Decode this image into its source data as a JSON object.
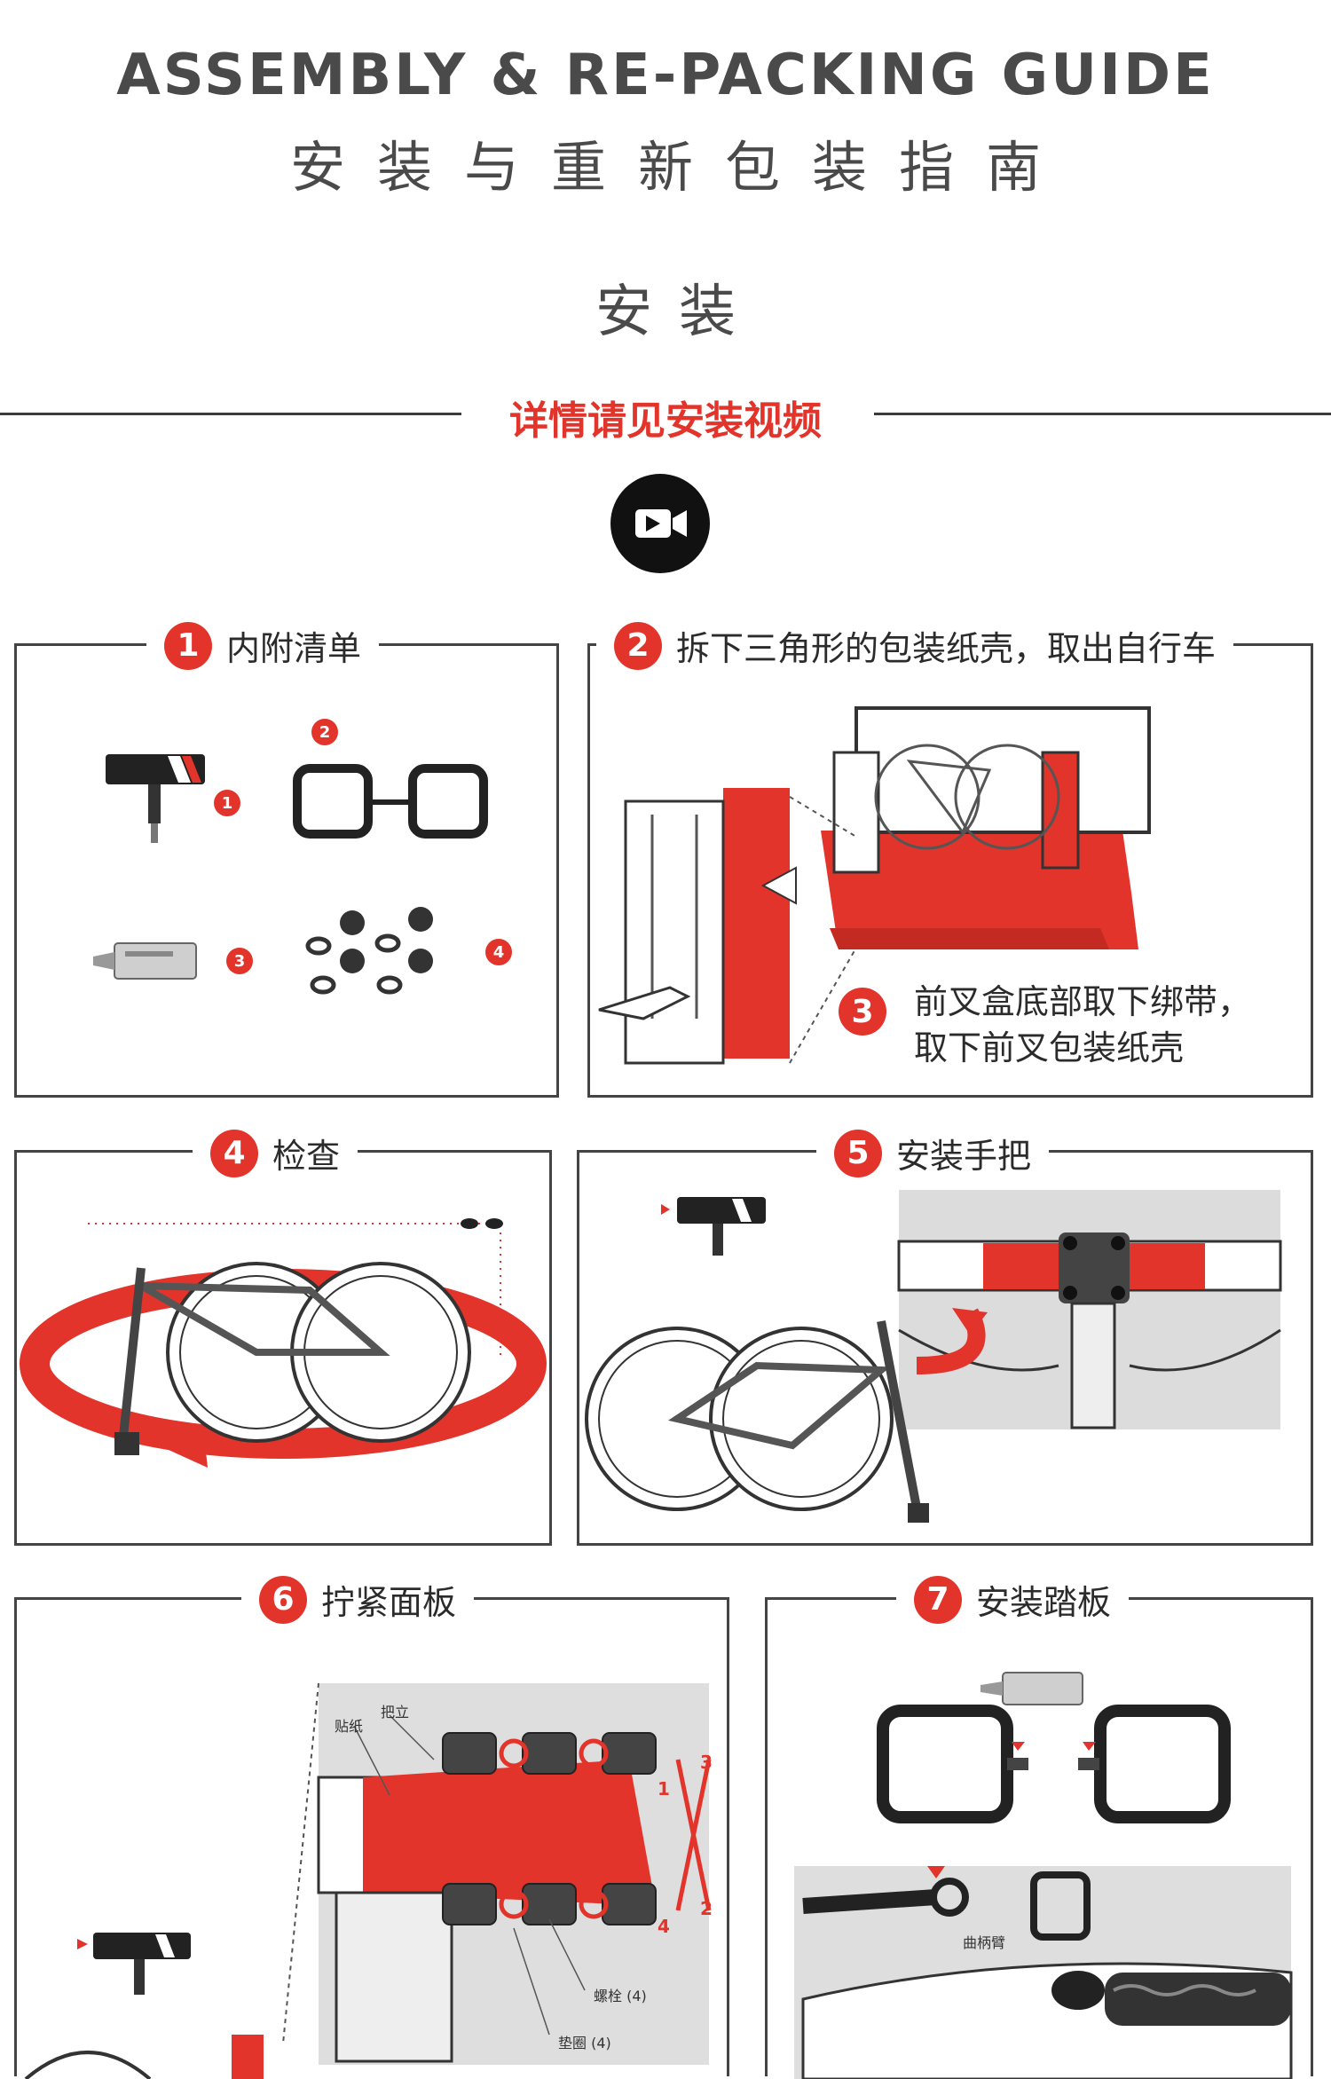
{
  "header": {
    "title_en": "ASSEMBLY & RE-PACKING GUIDE",
    "title_cn": "安装与重新包装指南",
    "section": "安装",
    "video_link": "详情请见安装视频"
  },
  "steps": [
    {
      "num": "1",
      "title": "内附清单"
    },
    {
      "num": "2",
      "title": "拆下三角形的包装纸壳，取出自行车"
    },
    {
      "num": "4",
      "title": "检查"
    },
    {
      "num": "5",
      "title": "安装手把"
    },
    {
      "num": "6",
      "title": "拧紧面板"
    },
    {
      "num": "7",
      "title": "安装踏板"
    }
  ],
  "note3": {
    "num": "3",
    "line1": "前叉盒底部取下绑带，",
    "line2": "取下前叉包装纸壳"
  },
  "kit_items": [
    {
      "num": "1",
      "icon": "t-wrench-icon"
    },
    {
      "num": "2",
      "icon": "pedals-icon"
    },
    {
      "num": "3",
      "icon": "grease-tube-icon"
    },
    {
      "num": "4",
      "icon": "bolts-washers-icon"
    }
  ],
  "stem_labels": {
    "label_a": "把立",
    "label_b": "贴纸",
    "bolts": "螺栓 (4)",
    "washers": "垫圈 (4)",
    "order": [
      "1",
      "3",
      "2",
      "4"
    ]
  },
  "crank_label": "曲柄臂",
  "colors": {
    "accent": "#e3342b",
    "text": "#3b3b3b",
    "frame": "#444444"
  }
}
